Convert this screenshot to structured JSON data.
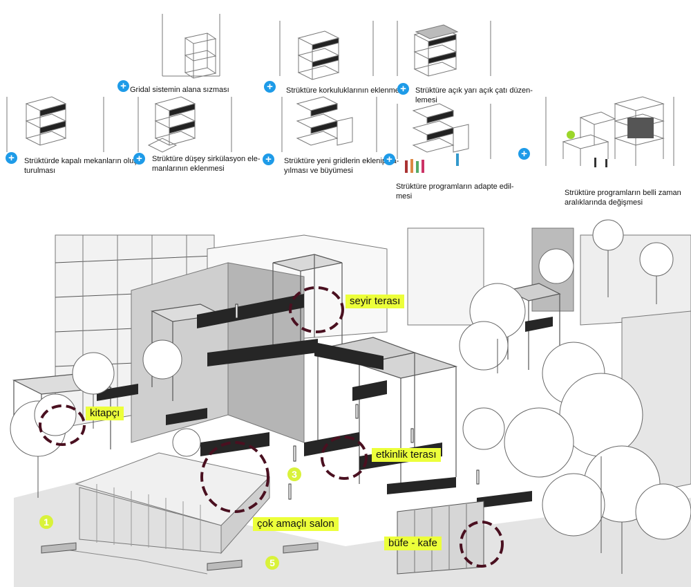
{
  "steps": [
    {
      "text": "Gridal sistemin alana sızması"
    },
    {
      "text": "Strüktüre korkuluklarının eklenmesi"
    },
    {
      "text": "Strüktüre açık yarı açık çatı düzen-\nlemesi"
    },
    {
      "text": "Strüktürde kapalı mekanların oluş-\nturulması"
    },
    {
      "text": "Strüktüre düşey sirkülasyon ele-\nmanlarının eklenmesi"
    },
    {
      "text": "Strüktüre yeni gridlerin eklenip ya-\nyılması ve büyümesi"
    },
    {
      "text": "Strüktüre programların adapte edil-\nmesi"
    },
    {
      "text": "Strüktüre programların belli zaman\naralıklarında değişmesi"
    }
  ],
  "plus_symbol": "+",
  "labels": {
    "seyir": "seyir terası",
    "kitapci": "kitapçı",
    "etkinlik": "etkinlik terası",
    "salon": "çok amaçlı salon",
    "bufe": "büfe - kafe"
  },
  "markers": [
    "1",
    "3",
    "5"
  ],
  "colors": {
    "plus_blue": "#1e9be8",
    "label_yellow": "#ecff3a",
    "marker_green": "#d9f23a",
    "highlight_ring": "#4a1020",
    "railing": "#222222"
  }
}
